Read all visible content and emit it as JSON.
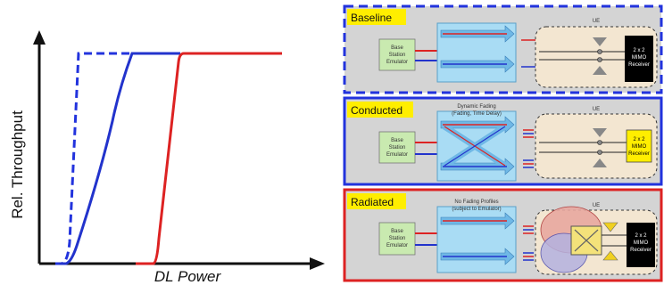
{
  "chart": {
    "ylabel": "Rel. Throughput",
    "xlabel": "DL Power",
    "colors": {
      "baseline": "#2233cc",
      "conducted": "#2233cc",
      "radiated": "#dd2222",
      "axis": "#111111"
    }
  },
  "panels": [
    {
      "title": "Baseline",
      "border_color": "#2233dd",
      "border_style": "dashed",
      "bs_label": [
        "Base",
        "Station",
        "Emulator"
      ],
      "channel_label": [],
      "ue_label": "UE",
      "receiver_label": [
        "2 x 2",
        "MIMO",
        "Receiver"
      ],
      "receiver_style": "black"
    },
    {
      "title": "Conducted",
      "border_color": "#2233dd",
      "border_style": "solid",
      "bs_label": [
        "Base",
        "Station",
        "Emulator"
      ],
      "channel_label": [
        "Dynamic Fading",
        "(Fading, Time Delay)"
      ],
      "ue_label": "UE",
      "receiver_label": [
        "2 x 2",
        "MIMO",
        "Receiver"
      ],
      "receiver_style": "yellow"
    },
    {
      "title": "Radiated",
      "border_color": "#dd2222",
      "border_style": "solid",
      "bs_label": [
        "Base",
        "Station",
        "Emulator"
      ],
      "channel_label": [
        "No Fading Profiles",
        "(subject to Emulator)"
      ],
      "ue_label": "UE",
      "receiver_label": [
        "2 x 2",
        "MIMO",
        "Receiver"
      ],
      "receiver_style": "black"
    }
  ]
}
